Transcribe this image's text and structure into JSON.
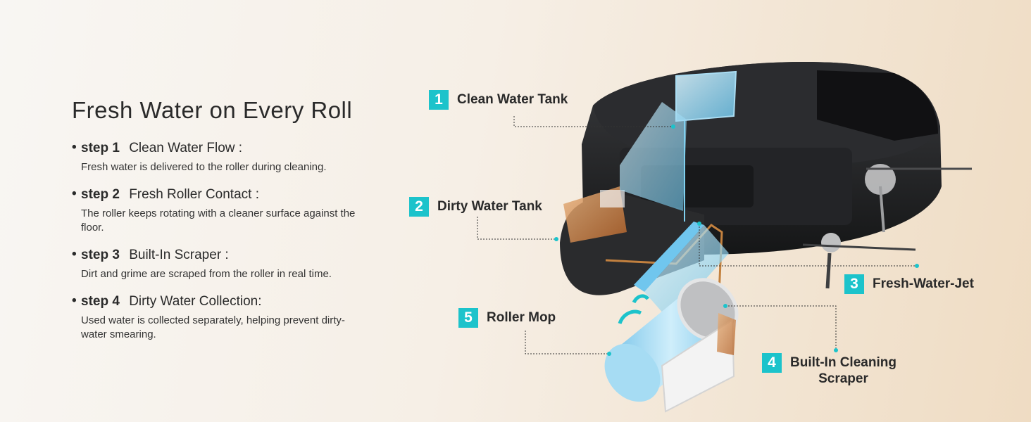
{
  "heading": "Fresh Water on Every Roll",
  "bullet": "•",
  "steps": [
    {
      "num": "step 1",
      "name": "Clean Water Flow :",
      "desc": "Fresh water is delivered to the roller during cleaning."
    },
    {
      "num": "step 2",
      "name": "Fresh Roller Contact :",
      "desc": "The roller keeps rotating with a cleaner surface against the floor."
    },
    {
      "num": "step 3",
      "name": "Built-In Scraper :",
      "desc": "Dirt and grime are scraped from the roller in real time."
    },
    {
      "num": "step 4",
      "name": "Dirty Water Collection:",
      "desc": "Used water is collected separately, helping prevent dirty-water smearing."
    }
  ],
  "callouts": [
    {
      "number": "1",
      "label": "Clean Water Tank"
    },
    {
      "number": "2",
      "label": "Dirty Water Tank"
    },
    {
      "number": "3",
      "label": "Fresh-Water-Jet"
    },
    {
      "number": "4",
      "label_line1": "Built-In Cleaning",
      "label_line2": "Scraper"
    },
    {
      "number": "5",
      "label": "Roller Mop"
    }
  ],
  "colors": {
    "accent": "#1cc3cb",
    "robot_body": "#1e1f21",
    "water_blue": "#8fd3f0",
    "dirty_orange": "#c8783a"
  }
}
